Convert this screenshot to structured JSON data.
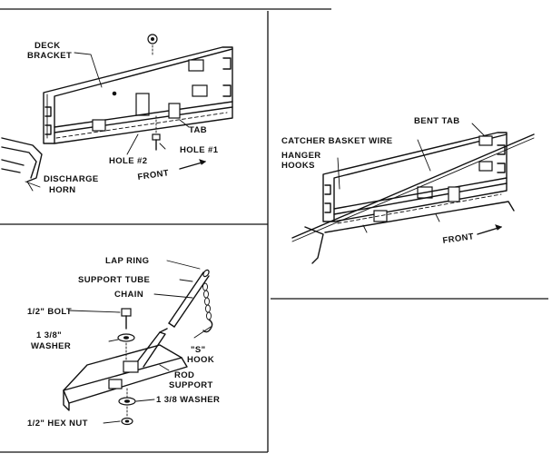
{
  "panels": {
    "top_left": {
      "labels": {
        "deck": "DECK",
        "bracket": "BRACKET",
        "tab": "TAB",
        "hole2": "HOLE #2",
        "hole1": "HOLE #1",
        "discharge": "DISCHARGE",
        "horn": "HORN",
        "front": "FRONT"
      }
    },
    "right": {
      "labels": {
        "bent_tab": "BENT TAB",
        "catcher_wire": "CATCHER BASKET WIRE",
        "hanger": "HANGER",
        "hooks": "HOOKS",
        "front": "FRONT"
      }
    },
    "bottom_left": {
      "labels": {
        "lap_ring": "LAP RING",
        "support_tube": "SUPPORT TUBE",
        "chain": "CHAIN",
        "bolt": "1/2\" BOLT",
        "washer_size": "1 3/8\"",
        "washer": "WASHER",
        "s_mark": "\"S\"",
        "hook": "HOOK",
        "rod": "ROD",
        "support": "SUPPORT",
        "washer2": "1 3/8 WASHER",
        "hex_nut": "1/2\" HEX NUT"
      }
    }
  },
  "colors": {
    "ink": "#111111",
    "paper": "#ffffff"
  }
}
